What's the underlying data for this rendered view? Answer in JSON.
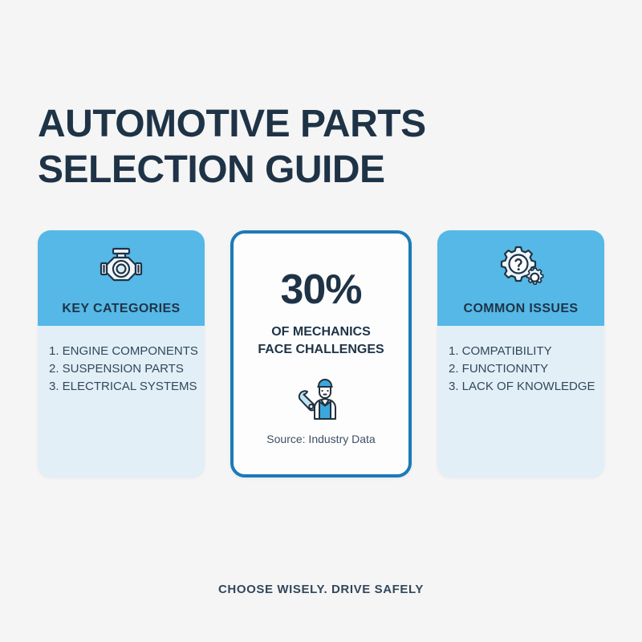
{
  "background_color": "#f5f5f5",
  "colors": {
    "header_blue": "#55b8e6",
    "body_blue": "#e2eff7",
    "border_blue": "#1b7ab8",
    "text_navy": "#1f3347"
  },
  "title": {
    "line1": "AUTOMOTIVE PARTS",
    "line2": "SELECTION GUIDE"
  },
  "cards": {
    "key_categories": {
      "icon": "engine-icon",
      "title": "KEY CATEGORIES",
      "items": [
        "1. ENGINE COMPONENTS",
        "2. SUSPENSION PARTS",
        "3. ELECTRICAL SYSTEMS"
      ]
    },
    "stat": {
      "value": "30%",
      "caption_line1": "OF MECHANICS",
      "caption_line2": "FACE CHALLENGES",
      "icon": "mechanic-with-wrench-icon",
      "source": "Source: Industry Data"
    },
    "common_issues": {
      "icon": "gears-question-icon",
      "title": "COMMON ISSUES",
      "items": [
        "1. COMPATIBILITY",
        "2. FUNCTIONNTY",
        "3. LACK OF KNOWLEDGE"
      ]
    }
  },
  "footer": {
    "tagline": "CHOOSE WISELY. DRIVE SAFELY"
  }
}
